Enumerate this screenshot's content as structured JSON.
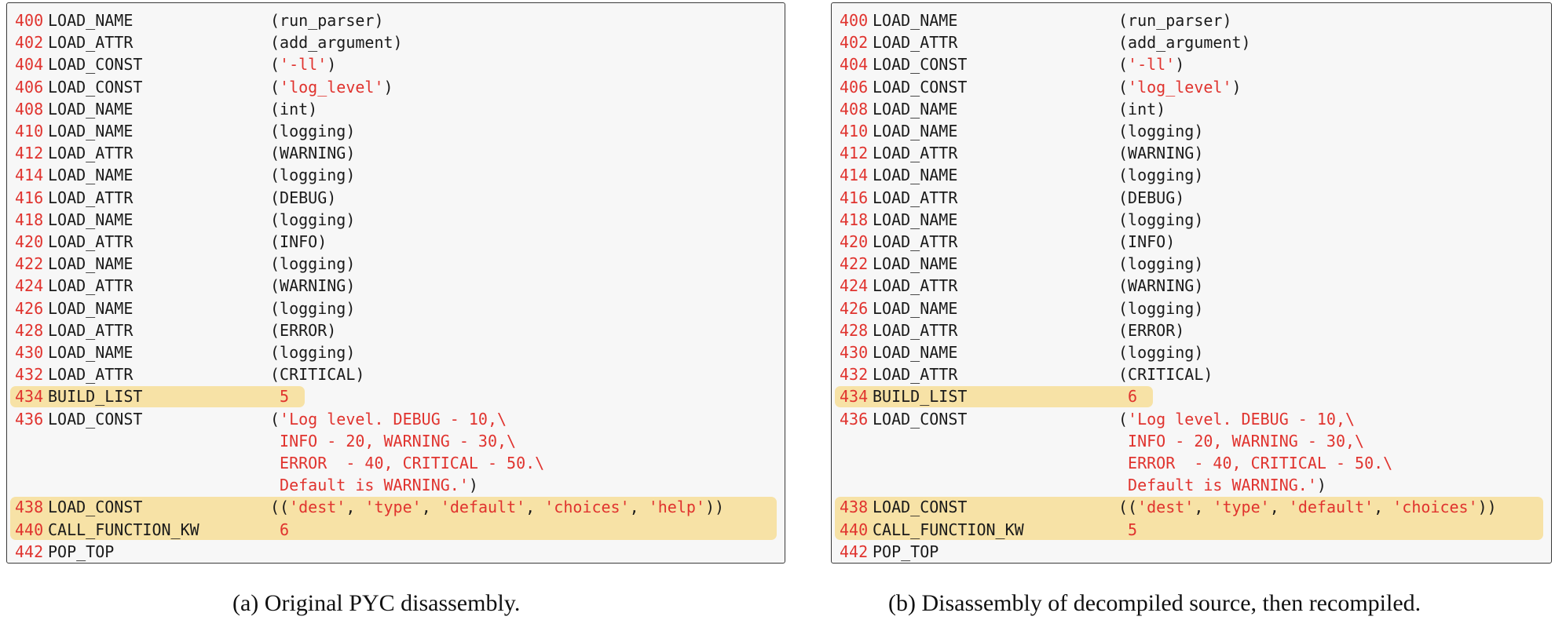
{
  "panels": [
    {
      "id": "a",
      "caption": "(a) Original PYC disassembly.",
      "rows": [
        {
          "offset": "400",
          "op": "LOAD_NAME",
          "arg": [
            {
              "t": "(run_parser)"
            }
          ]
        },
        {
          "offset": "402",
          "op": "LOAD_ATTR",
          "arg": [
            {
              "t": "(add_argument)"
            }
          ]
        },
        {
          "offset": "404",
          "op": "LOAD_CONST",
          "arg": [
            {
              "t": "("
            },
            {
              "t": "'-ll'",
              "c": "str"
            },
            {
              "t": ")"
            }
          ]
        },
        {
          "offset": "406",
          "op": "LOAD_CONST",
          "arg": [
            {
              "t": "("
            },
            {
              "t": "'log_level'",
              "c": "str"
            },
            {
              "t": ")"
            }
          ]
        },
        {
          "offset": "408",
          "op": "LOAD_NAME",
          "arg": [
            {
              "t": "(int)"
            }
          ]
        },
        {
          "offset": "410",
          "op": "LOAD_NAME",
          "arg": [
            {
              "t": "(logging)"
            }
          ]
        },
        {
          "offset": "412",
          "op": "LOAD_ATTR",
          "arg": [
            {
              "t": "(WARNING)"
            }
          ]
        },
        {
          "offset": "414",
          "op": "LOAD_NAME",
          "arg": [
            {
              "t": "(logging)"
            }
          ]
        },
        {
          "offset": "416",
          "op": "LOAD_ATTR",
          "arg": [
            {
              "t": "(DEBUG)"
            }
          ]
        },
        {
          "offset": "418",
          "op": "LOAD_NAME",
          "arg": [
            {
              "t": "(logging)"
            }
          ]
        },
        {
          "offset": "420",
          "op": "LOAD_ATTR",
          "arg": [
            {
              "t": "(INFO)"
            }
          ]
        },
        {
          "offset": "422",
          "op": "LOAD_NAME",
          "arg": [
            {
              "t": "(logging)"
            }
          ]
        },
        {
          "offset": "424",
          "op": "LOAD_ATTR",
          "arg": [
            {
              "t": "(WARNING)"
            }
          ]
        },
        {
          "offset": "426",
          "op": "LOAD_NAME",
          "arg": [
            {
              "t": "(logging)"
            }
          ]
        },
        {
          "offset": "428",
          "op": "LOAD_ATTR",
          "arg": [
            {
              "t": "(ERROR)"
            }
          ]
        },
        {
          "offset": "430",
          "op": "LOAD_NAME",
          "arg": [
            {
              "t": "(logging)"
            }
          ]
        },
        {
          "offset": "432",
          "op": "LOAD_ATTR",
          "arg": [
            {
              "t": "(CRITICAL)"
            }
          ]
        },
        {
          "offset": "434",
          "op": "BUILD_LIST",
          "arg": [
            {
              "t": " 5",
              "c": "num"
            }
          ],
          "highlight": true
        },
        {
          "offset": "436",
          "op": "LOAD_CONST",
          "arg": [
            {
              "t": "("
            },
            {
              "t": "'Log level. DEBUG - 10,\\",
              "c": "str"
            }
          ]
        },
        {
          "offset": "",
          "op": "",
          "arg": [
            {
              "t": " "
            },
            {
              "t": "INFO - 20, WARNING - 30,\\",
              "c": "str"
            }
          ]
        },
        {
          "offset": "",
          "op": "",
          "arg": [
            {
              "t": " "
            },
            {
              "t": "ERROR  - 40, CRITICAL - 50.\\",
              "c": "str"
            }
          ]
        },
        {
          "offset": "",
          "op": "",
          "arg": [
            {
              "t": " "
            },
            {
              "t": "Default is WARNING.'",
              "c": "str"
            },
            {
              "t": ")"
            }
          ]
        },
        {
          "offset": "438",
          "op": "LOAD_CONST",
          "arg": [
            {
              "t": "(("
            },
            {
              "t": "'dest'",
              "c": "str"
            },
            {
              "t": ", "
            },
            {
              "t": "'type'",
              "c": "str"
            },
            {
              "t": ", "
            },
            {
              "t": "'default'",
              "c": "str"
            },
            {
              "t": ", "
            },
            {
              "t": "'choices'",
              "c": "str"
            },
            {
              "t": ", "
            },
            {
              "t": "'help'",
              "c": "str"
            },
            {
              "t": "))"
            }
          ],
          "highlight": true
        },
        {
          "offset": "440",
          "op": "CALL_FUNCTION_KW",
          "arg": [
            {
              "t": " 6",
              "c": "num"
            }
          ],
          "highlight": true
        },
        {
          "offset": "442",
          "op": "POP_TOP",
          "arg": []
        }
      ]
    },
    {
      "id": "b",
      "caption": "(b) Disassembly of decompiled source, then recompiled.",
      "rows": [
        {
          "offset": "400",
          "op": "LOAD_NAME",
          "arg": [
            {
              "t": "(run_parser)"
            }
          ]
        },
        {
          "offset": "402",
          "op": "LOAD_ATTR",
          "arg": [
            {
              "t": "(add_argument)"
            }
          ]
        },
        {
          "offset": "404",
          "op": "LOAD_CONST",
          "arg": [
            {
              "t": "("
            },
            {
              "t": "'-ll'",
              "c": "str"
            },
            {
              "t": ")"
            }
          ]
        },
        {
          "offset": "406",
          "op": "LOAD_CONST",
          "arg": [
            {
              "t": "("
            },
            {
              "t": "'log_level'",
              "c": "str"
            },
            {
              "t": ")"
            }
          ]
        },
        {
          "offset": "408",
          "op": "LOAD_NAME",
          "arg": [
            {
              "t": "(int)"
            }
          ]
        },
        {
          "offset": "410",
          "op": "LOAD_NAME",
          "arg": [
            {
              "t": "(logging)"
            }
          ]
        },
        {
          "offset": "412",
          "op": "LOAD_ATTR",
          "arg": [
            {
              "t": "(WARNING)"
            }
          ]
        },
        {
          "offset": "414",
          "op": "LOAD_NAME",
          "arg": [
            {
              "t": "(logging)"
            }
          ]
        },
        {
          "offset": "416",
          "op": "LOAD_ATTR",
          "arg": [
            {
              "t": "(DEBUG)"
            }
          ]
        },
        {
          "offset": "418",
          "op": "LOAD_NAME",
          "arg": [
            {
              "t": "(logging)"
            }
          ]
        },
        {
          "offset": "420",
          "op": "LOAD_ATTR",
          "arg": [
            {
              "t": "(INFO)"
            }
          ]
        },
        {
          "offset": "422",
          "op": "LOAD_NAME",
          "arg": [
            {
              "t": "(logging)"
            }
          ]
        },
        {
          "offset": "424",
          "op": "LOAD_ATTR",
          "arg": [
            {
              "t": "(WARNING)"
            }
          ]
        },
        {
          "offset": "426",
          "op": "LOAD_NAME",
          "arg": [
            {
              "t": "(logging)"
            }
          ]
        },
        {
          "offset": "428",
          "op": "LOAD_ATTR",
          "arg": [
            {
              "t": "(ERROR)"
            }
          ]
        },
        {
          "offset": "430",
          "op": "LOAD_NAME",
          "arg": [
            {
              "t": "(logging)"
            }
          ]
        },
        {
          "offset": "432",
          "op": "LOAD_ATTR",
          "arg": [
            {
              "t": "(CRITICAL)"
            }
          ]
        },
        {
          "offset": "434",
          "op": "BUILD_LIST",
          "arg": [
            {
              "t": " 6",
              "c": "num"
            }
          ],
          "highlight": true
        },
        {
          "offset": "436",
          "op": "LOAD_CONST",
          "arg": [
            {
              "t": "("
            },
            {
              "t": "'Log level. DEBUG - 10,\\",
              "c": "str"
            }
          ]
        },
        {
          "offset": "",
          "op": "",
          "arg": [
            {
              "t": " "
            },
            {
              "t": "INFO - 20, WARNING - 30,\\",
              "c": "str"
            }
          ]
        },
        {
          "offset": "",
          "op": "",
          "arg": [
            {
              "t": " "
            },
            {
              "t": "ERROR  - 40, CRITICAL - 50.\\",
              "c": "str"
            }
          ]
        },
        {
          "offset": "",
          "op": "",
          "arg": [
            {
              "t": " "
            },
            {
              "t": "Default is WARNING.'",
              "c": "str"
            },
            {
              "t": ")"
            }
          ]
        },
        {
          "offset": "438",
          "op": "LOAD_CONST",
          "arg": [
            {
              "t": "(("
            },
            {
              "t": "'dest'",
              "c": "str"
            },
            {
              "t": ", "
            },
            {
              "t": "'type'",
              "c": "str"
            },
            {
              "t": ", "
            },
            {
              "t": "'default'",
              "c": "str"
            },
            {
              "t": ", "
            },
            {
              "t": "'choices'",
              "c": "str"
            },
            {
              "t": "))"
            }
          ],
          "highlight": true
        },
        {
          "offset": "440",
          "op": "CALL_FUNCTION_KW",
          "arg": [
            {
              "t": " 5",
              "c": "num"
            }
          ],
          "highlight": true
        },
        {
          "offset": "442",
          "op": "POP_TOP",
          "arg": []
        }
      ]
    }
  ],
  "colors": {
    "offset": "#e0332e",
    "string": "#e0332e",
    "highlight": "#f7e2a6",
    "panel_bg": "#f7f7f7"
  }
}
